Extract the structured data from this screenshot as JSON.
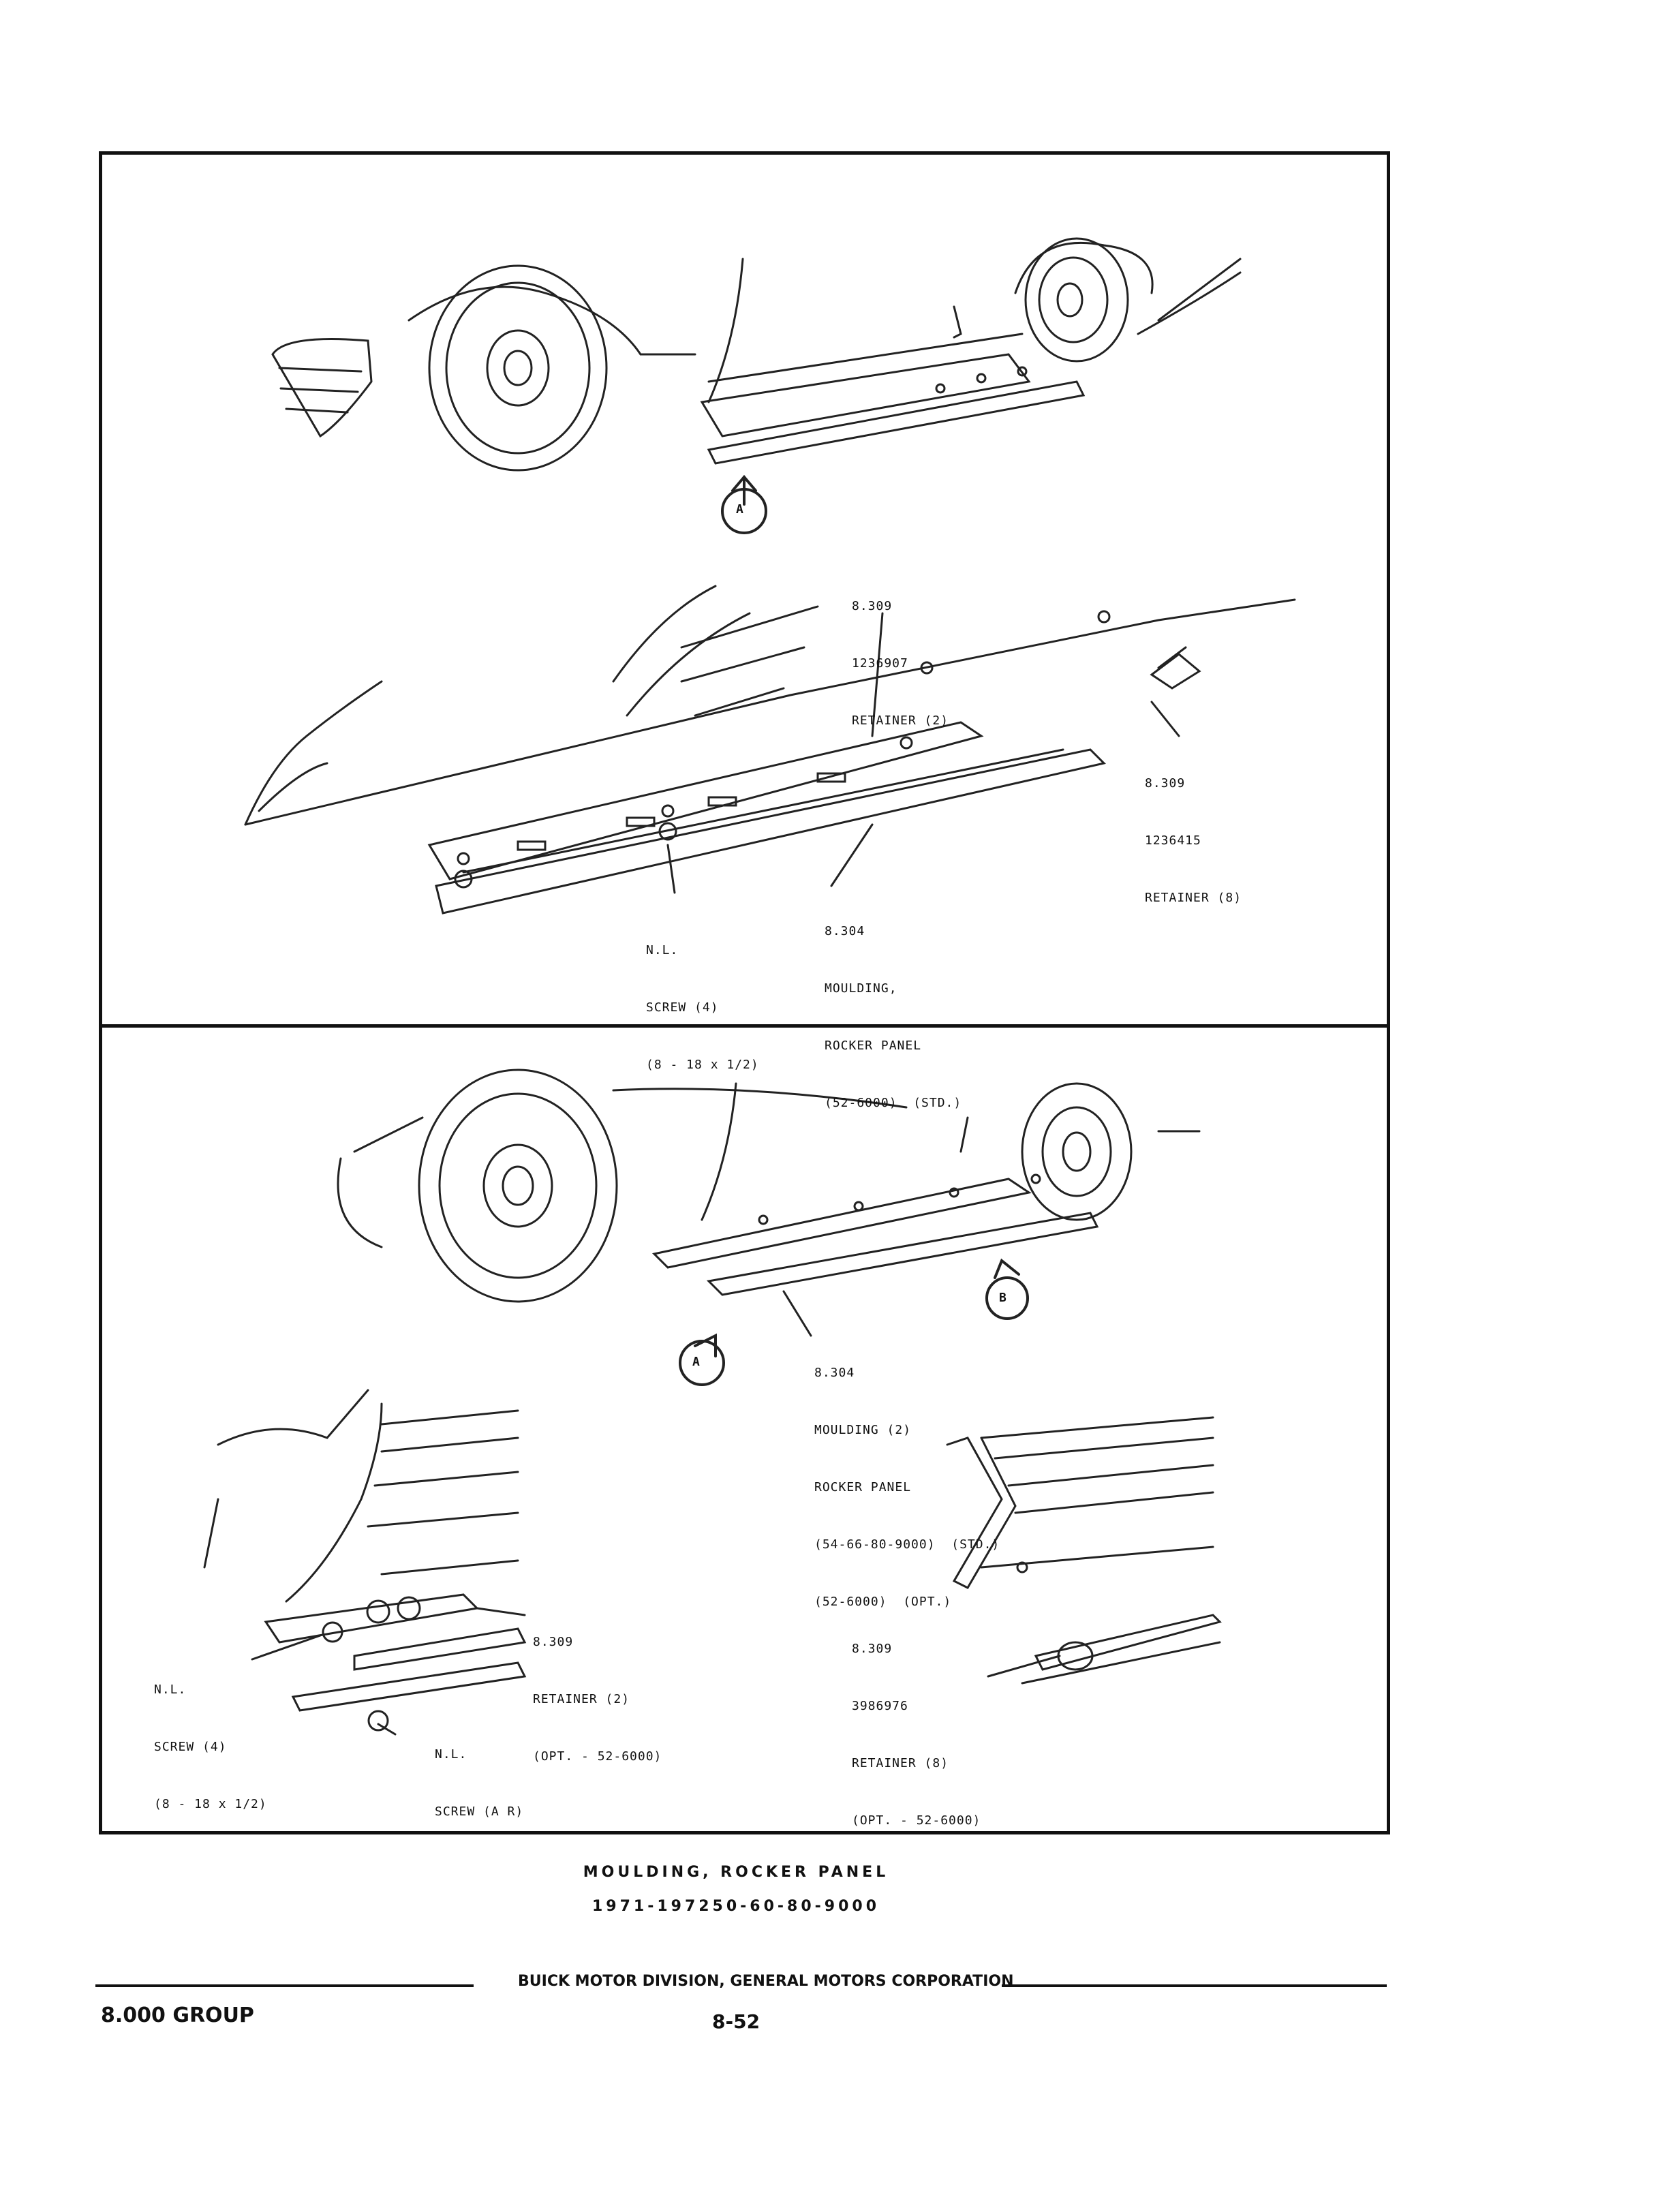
{
  "top_panel": {
    "view_marker": "A",
    "retainer_1": {
      "ref": "8.309",
      "part": "1236907",
      "name": "RETAINER (2)"
    },
    "retainer_2": {
      "ref": "8.309",
      "part": "1236415",
      "name": "RETAINER (8)"
    },
    "screw": {
      "ref": "N.L.",
      "name": "SCREW (4)",
      "size": "(8 - 18 x 1/2)"
    },
    "moulding": {
      "ref": "8.304",
      "name": "MOULDING,",
      "name2": "ROCKER PANEL",
      "spec": "(52-6000)  (STD.)"
    }
  },
  "bottom_panel": {
    "view_marker_a": "A",
    "view_marker_b": "B",
    "moulding": {
      "ref": "8.304",
      "name": "MOULDING (2)",
      "name2": "ROCKER PANEL",
      "spec_std": "(54-66-80-9000)  (STD.)",
      "spec_opt": "(52-6000)  (OPT.)"
    },
    "detail_a": {
      "retainer": {
        "ref": "8.309",
        "name": "RETAINER (2)",
        "spec": "(OPT. - 52-6000)"
      },
      "screw": {
        "ref": "N.L.",
        "name": "SCREW (4)",
        "size": "(8 - 18 x 1/2)"
      },
      "screw_ar": {
        "ref": "N.L.",
        "name": "SCREW (A R)"
      }
    },
    "detail_b": {
      "retainer": {
        "ref": "8.309",
        "part": "3986976",
        "name": "RETAINER (8)",
        "spec": "(OPT. - 52-6000)"
      }
    }
  },
  "caption": {
    "title": "MOULDING, ROCKER PANEL",
    "models": "1971-197250-60-80-9000"
  },
  "footer": {
    "division": "BUICK MOTOR DIVISION, GENERAL MOTORS CORPORATION",
    "group": "8.000 GROUP",
    "page": "8-52"
  }
}
